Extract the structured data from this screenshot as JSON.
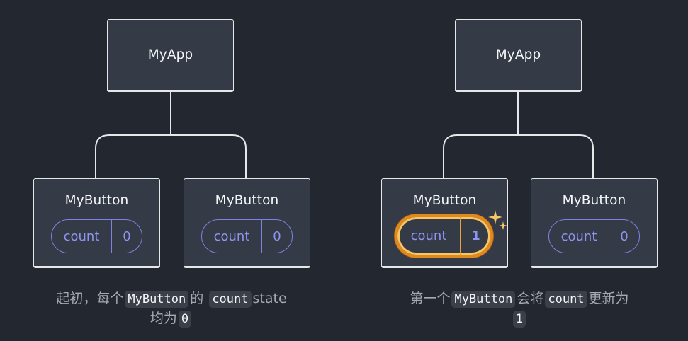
{
  "left_tree": {
    "root_label": "MyApp",
    "children": [
      {
        "label": "MyButton",
        "state_name": "count",
        "state_value": "0"
      },
      {
        "label": "MyButton",
        "state_name": "count",
        "state_value": "0"
      }
    ],
    "caption": {
      "part1": "起初，每个",
      "code1": "MyButton",
      "part2": "的",
      "code2": "count",
      "part3": "state",
      "part4": "均为",
      "code3": "0"
    }
  },
  "right_tree": {
    "root_label": "MyApp",
    "children": [
      {
        "label": "MyButton",
        "state_name": "count",
        "state_value": "1",
        "highlighted": true
      },
      {
        "label": "MyButton",
        "state_name": "count",
        "state_value": "0"
      }
    ],
    "caption": {
      "part1": "第一个",
      "code1": "MyButton",
      "part2": "会将",
      "code2": "count",
      "part3": "更新为",
      "code3": "1"
    }
  },
  "colors": {
    "background": "#23272f",
    "node_fill": "#343a46",
    "node_border": "#e6e7e9",
    "pill_accent": "#8e95f0",
    "highlight": "#e08a1e"
  }
}
